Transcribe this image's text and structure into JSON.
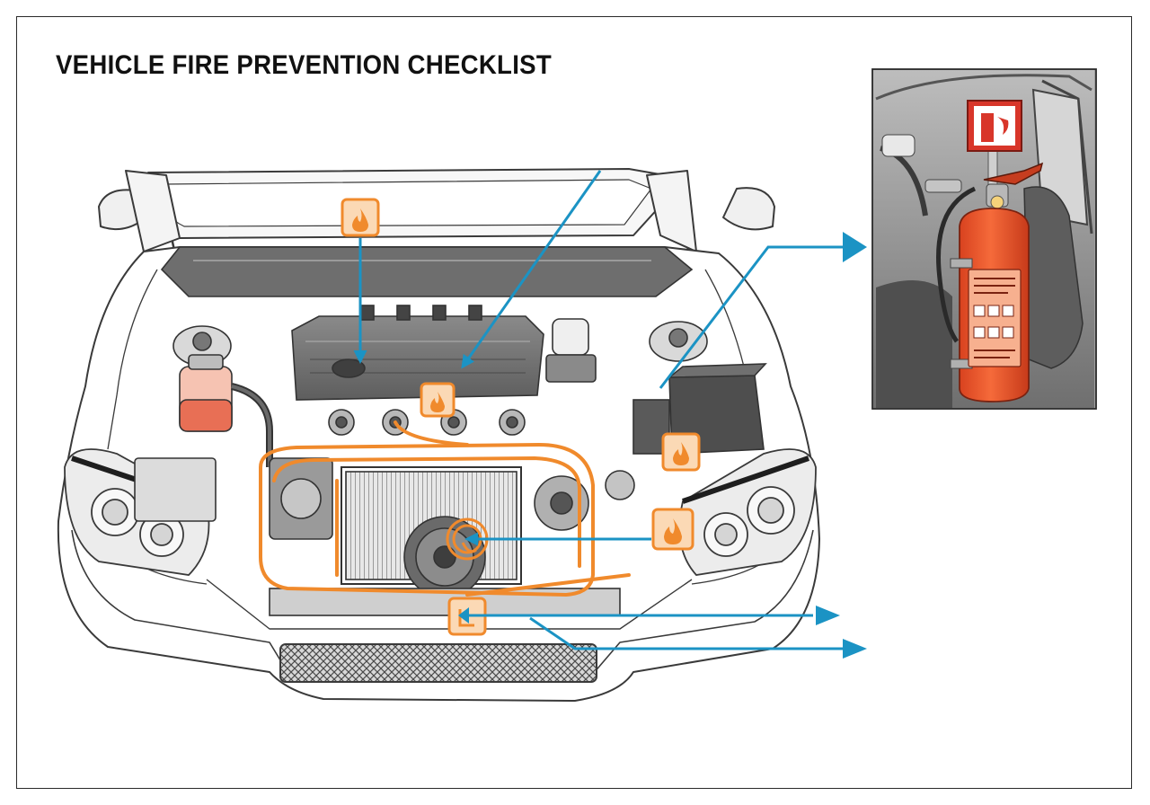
{
  "title": "VEHICLE FIRE PREVENTION CHECKLIST",
  "colors": {
    "accent_arrow": "#1b93c4",
    "hazard_orange": "#f08a2c",
    "hazard_fill": "#fbd9b5",
    "line_dark": "#3a3a3a",
    "extinguisher_red": "#f0542a"
  },
  "icons": {
    "hazard": "fire-hazard-icon",
    "sign": "fire-extinguisher-sign-icon"
  },
  "callouts": [
    {
      "id": "hazard-top",
      "label": "fire-hazard-marker"
    },
    {
      "id": "hazard-engine",
      "label": "fire-hazard-marker"
    },
    {
      "id": "hazard-battery",
      "label": "fire-hazard-marker"
    },
    {
      "id": "hazard-belt",
      "label": "fire-hazard-marker"
    },
    {
      "id": "hazard-bottom",
      "label": "fire-hazard-marker"
    }
  ]
}
